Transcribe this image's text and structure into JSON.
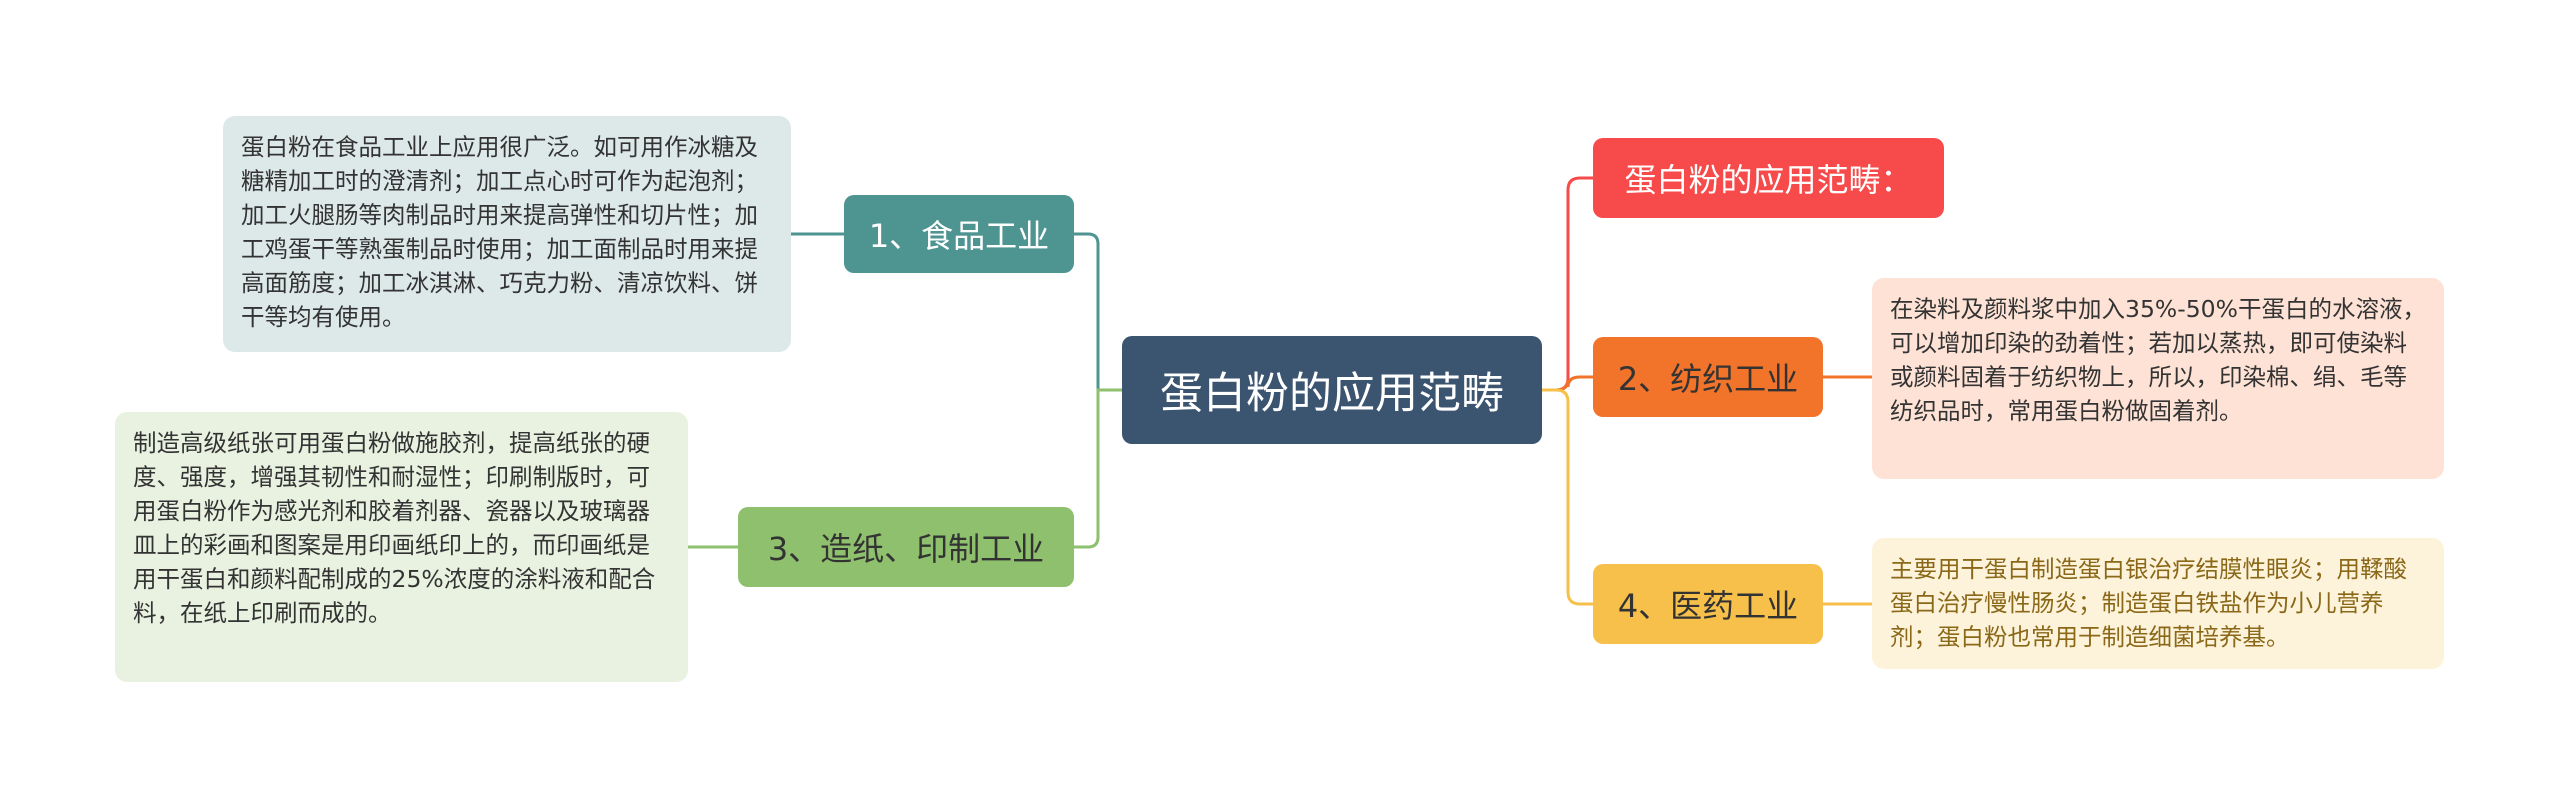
{
  "mindmap": {
    "center": {
      "label": "蛋白粉的应用范畴",
      "color": "#3b5470"
    },
    "left_branches": [
      {
        "label": "1、食品工业",
        "color": "#4e9592",
        "note": "蛋白粉在食品工业上应用很广泛。如可用作冰糖及糖精加工时的澄清剂；加工点心时可作为起泡剂；加工火腿肠等肉制品时用来提高弹性和切片性；加工鸡蛋干等熟蛋制品时使用；加工面制品时用来提高面筋度；加工冰淇淋、巧克力粉、清凉饮料、饼干等均有使用。"
      },
      {
        "label": "3、造纸、印制工业",
        "color": "#8ec06d",
        "note": "制造高级纸张可用蛋白粉做施胶剂，提高纸张的硬度、强度，增强其韧性和耐湿性；印刷制版时，可用蛋白粉作为感光剂和胶着剂器、瓷器以及玻璃器皿上的彩画和图案是用印画纸印上的，而印画纸是用干蛋白和颜料配制成的25%浓度的涂料液和配合料，在纸上印刷而成的。"
      }
    ],
    "right_branches": [
      {
        "label": "蛋白粉的应用范畴：",
        "color": "#f64b4a"
      },
      {
        "label": "2、纺织工业",
        "color": "#f2732a",
        "note": "在染料及颜料浆中加入35%-50%干蛋白的水溶液，可以增加印染的劲着性；若加以蒸热，即可使染料或颜料固着于纺织物上，所以，印染棉、绢、毛等纺织品时，常用蛋白粉做固着剂。"
      },
      {
        "label": "4、医药工业",
        "color": "#f6c04a",
        "note": "主要用干蛋白制造蛋白银治疗结膜性眼炎；用鞣酸蛋白治疗慢性肠炎；制造蛋白铁盐作为小儿营养剂；蛋白粉也常用于制造细菌培养基。"
      }
    ]
  }
}
